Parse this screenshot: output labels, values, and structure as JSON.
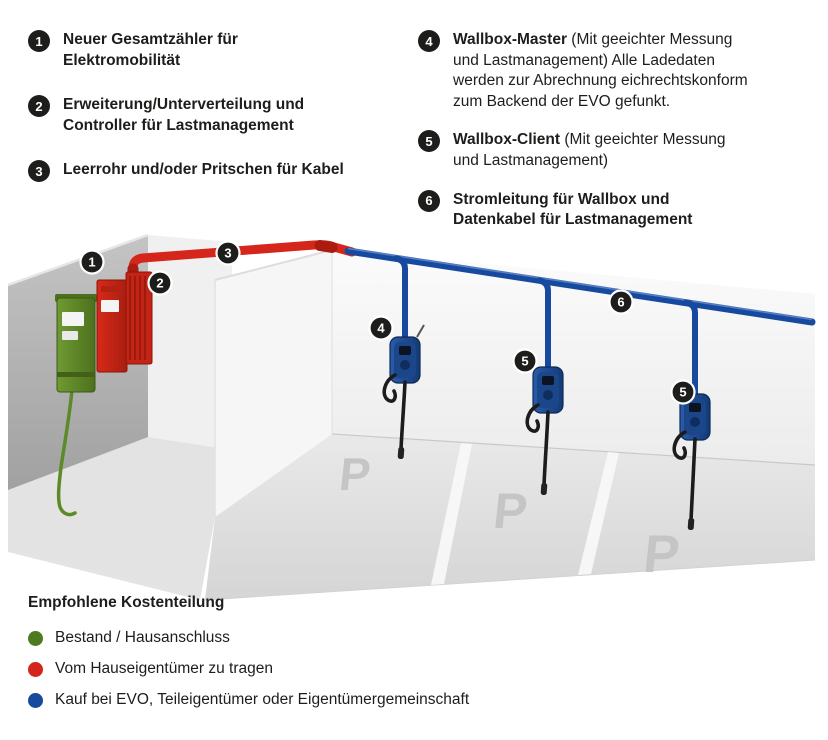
{
  "legend_left": {
    "items": [
      {
        "number": "1",
        "bold": "Neuer Gesamtzähler für\nElektromobilität",
        "normal": ""
      },
      {
        "number": "2",
        "bold": "Erweiterung/Unterverteilung und\nController für Lastmanagement",
        "normal": ""
      },
      {
        "number": "3",
        "bold": "Leerrohr und/oder Pritschen für Kabel",
        "normal": ""
      }
    ]
  },
  "legend_right": {
    "items": [
      {
        "number": "4",
        "bold": "Wallbox-Master",
        "normal": " (Mit geeichter Messung\nund Lastmanagement) Alle Ladedaten\nwerden zur Abrechnung eichrechtskonform\nzum Backend der EVO gefunkt."
      },
      {
        "number": "5",
        "bold": "Wallbox-Client",
        "normal": " (Mit geeichter Messung\nund Lastmanagement)"
      },
      {
        "number": "6",
        "bold": "Stromleitung für Wallbox und\nDatenkabel für Lastmanagement",
        "normal": ""
      }
    ]
  },
  "scene": {
    "markers": [
      {
        "label": "1"
      },
      {
        "label": "2"
      },
      {
        "label": "3"
      },
      {
        "label": "4"
      },
      {
        "label": "5"
      },
      {
        "label": "5"
      },
      {
        "label": "6"
      }
    ],
    "parking_letters": [
      "P",
      "P",
      "P"
    ]
  },
  "cost_legend": {
    "title": "Empfohlene Kostenteilung",
    "items": [
      {
        "color": "#4e7b1f",
        "label": "Bestand / Hausanschluss"
      },
      {
        "color": "#d3251c",
        "label": "Vom Hauseigentümer zu tragen"
      },
      {
        "color": "#17499e",
        "label": "Kauf bei EVO, Teileigentümer oder Eigentümergemeinschaft"
      }
    ]
  },
  "colors": {
    "text": "#1d1d1b",
    "red": "#d3251c",
    "green": "#4e7b1f",
    "blue": "#17499e"
  }
}
